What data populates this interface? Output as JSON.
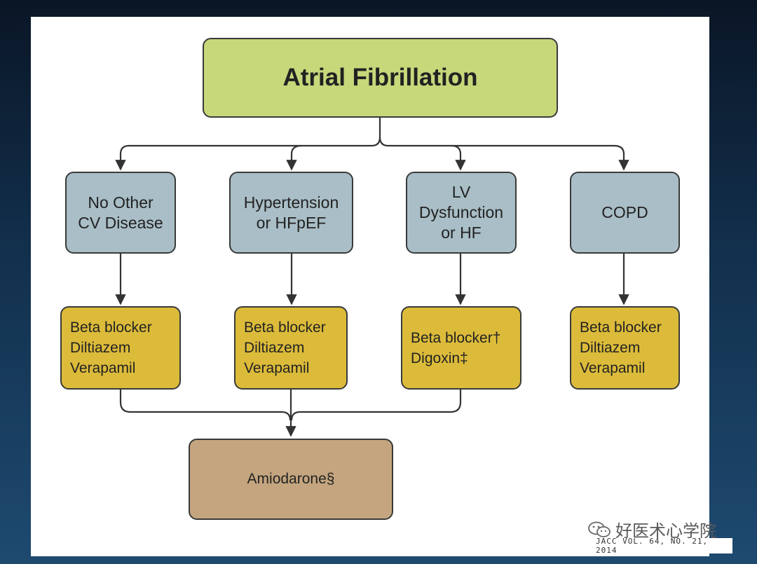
{
  "root": {
    "label": "Atrial Fibrillation"
  },
  "categories": [
    {
      "label": "No Other\nCV Disease"
    },
    {
      "label": "Hypertension\nor HFpEF"
    },
    {
      "label": "LV\nDysfunction\nor HF"
    },
    {
      "label": "COPD"
    }
  ],
  "treatments": [
    {
      "label": "Beta blocker\nDiltiazem\nVerapamil"
    },
    {
      "label": "Beta blocker\nDiltiazem\nVerapamil"
    },
    {
      "label": "Beta blocker†\nDigoxin‡"
    },
    {
      "label": "Beta blocker\nDiltiazem\nVerapamil"
    }
  ],
  "final": {
    "label": "Amiodarone§"
  },
  "watermark": {
    "label": "好医术心学院",
    "icon": "wechat-icon"
  },
  "citation": {
    "label": "JACC VOL. 64, NO. 21, 2014"
  },
  "colors": {
    "root": "#c6d87a",
    "category": "#a9bec6",
    "treatment": "#dcbb3a",
    "final": "#c4a57f"
  }
}
